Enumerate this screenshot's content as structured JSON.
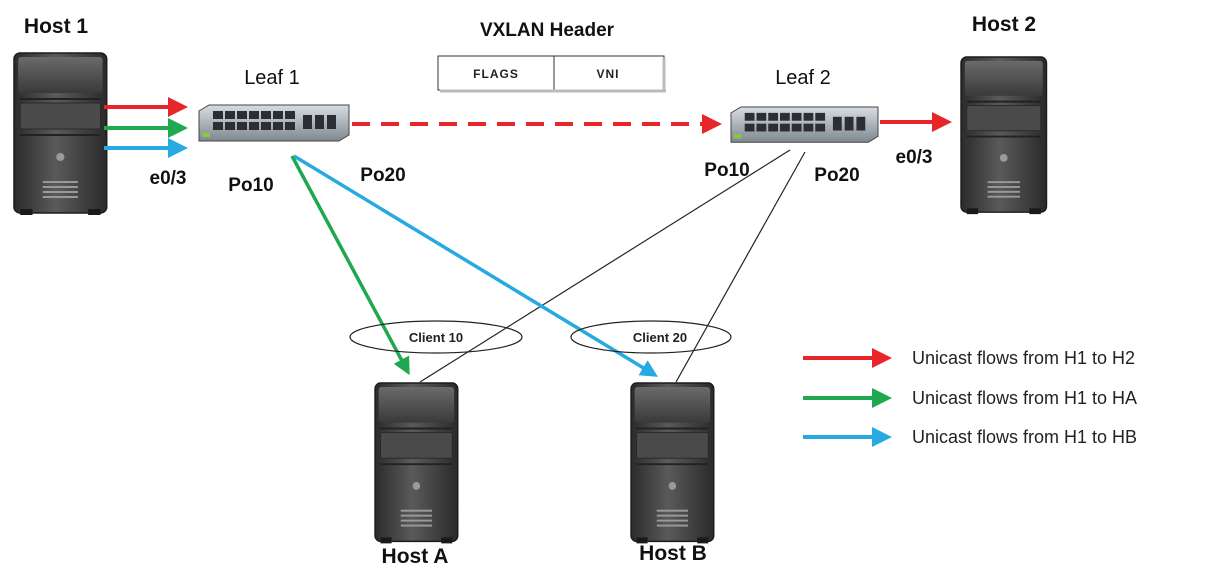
{
  "hosts": {
    "host1": "Host 1",
    "host2": "Host 2",
    "hostA": "Host A",
    "hostB": "Host B"
  },
  "switches": {
    "leaf1": "Leaf 1",
    "leaf2": "Leaf 2"
  },
  "ports": {
    "host1_port": "e0/3",
    "leaf1_po10": "Po10",
    "leaf1_po20": "Po20",
    "leaf2_po10": "Po10",
    "leaf2_po20": "Po20",
    "host2_port": "e0/3"
  },
  "vxlan_header": {
    "title": "VXLAN Header",
    "fields": [
      "FLAGS",
      "VNI"
    ]
  },
  "port_channels": {
    "client10": "Client 10",
    "client20": "Client 20"
  },
  "legend": [
    {
      "label": "Unicast flows from H1 to H2",
      "color": "#e8262a"
    },
    {
      "label": "Unicast flows from H1 to HA",
      "color": "#1fa84f"
    },
    {
      "label": "Unicast flows from H1 to HB",
      "color": "#27aae1"
    }
  ],
  "colors": {
    "red": "#e8262a",
    "green": "#1fa84f",
    "blue": "#27aae1"
  }
}
